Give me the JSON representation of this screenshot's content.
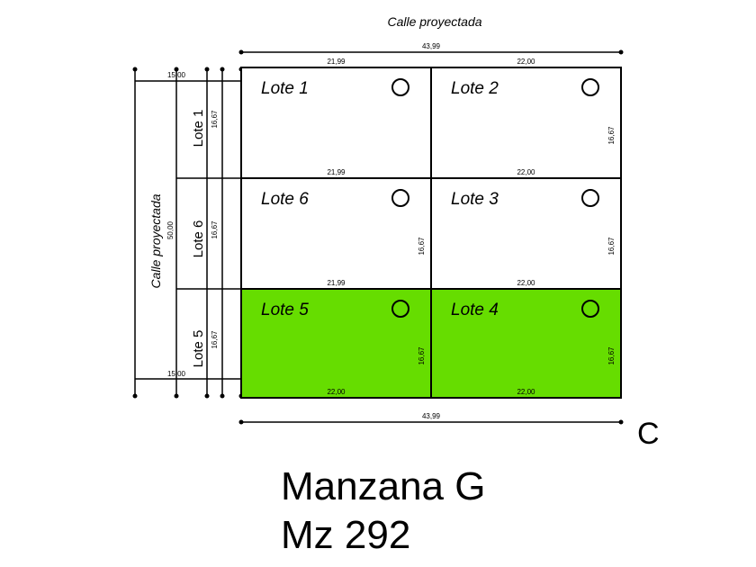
{
  "diagram": {
    "street_top": "Calle proyectada",
    "street_left": "Calle proyectada",
    "dim_total_top": "43,99",
    "dim_total_bottom": "43,99",
    "dim_left_top": "15,00",
    "dim_left_bottom": "15,00",
    "dim_left_street": "50,00",
    "corner_letter": "C",
    "title": "Manzana G",
    "subtitle": "Mz 292",
    "colors": {
      "highlight": "#66dd00",
      "line": "#000000",
      "background": "#ffffff"
    },
    "lots": [
      {
        "id": "lote-1",
        "label": "Lote 1",
        "top_dim": "21,99",
        "bottom_dim": "21,99",
        "right_dim": "",
        "highlighted": false,
        "row": 0,
        "col": 0
      },
      {
        "id": "lote-2",
        "label": "Lote 2",
        "top_dim": "22,00",
        "bottom_dim": "22,00",
        "right_dim": "16,67",
        "highlighted": false,
        "row": 0,
        "col": 1
      },
      {
        "id": "lote-6",
        "label": "Lote 6",
        "top_dim": "",
        "bottom_dim": "21,99",
        "right_dim": "16,67",
        "highlighted": false,
        "row": 1,
        "col": 0
      },
      {
        "id": "lote-3",
        "label": "Lote 3",
        "top_dim": "",
        "bottom_dim": "22,00",
        "right_dim": "16,67",
        "highlighted": false,
        "row": 1,
        "col": 1
      },
      {
        "id": "lote-5",
        "label": "Lote 5",
        "top_dim": "",
        "bottom_dim": "22,00",
        "right_dim": "16,67",
        "highlighted": true,
        "row": 2,
        "col": 0
      },
      {
        "id": "lote-4",
        "label": "Lote 4",
        "top_dim": "",
        "bottom_dim": "22,00",
        "right_dim": "16,67",
        "highlighted": true,
        "row": 2,
        "col": 1
      }
    ],
    "side_labels": [
      {
        "id": "side-lote-1",
        "label": "Lote 1",
        "dim": "16,67"
      },
      {
        "id": "side-lote-6",
        "label": "Lote 6",
        "dim": "16,67"
      },
      {
        "id": "side-lote-5",
        "label": "Lote 5",
        "dim": "16,67"
      }
    ]
  }
}
